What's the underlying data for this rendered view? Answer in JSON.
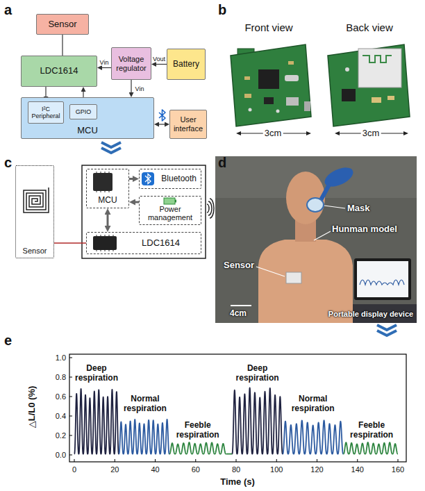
{
  "diagram": {
    "nodes": [
      {
        "text": [
          "Sensor"
        ]
      },
      {
        "text": [
          "LDC1614"
        ]
      },
      {
        "text": [
          "Voltage regulator"
        ]
      },
      {
        "text": [
          "Battery"
        ]
      },
      {
        "text": [
          "MCU"
        ]
      },
      {
        "text": [
          "I²C Peripheral"
        ],
        "in": 4
      },
      {
        "text": [
          "GPIO"
        ],
        "in": 4
      },
      {
        "text": [
          "User interface"
        ]
      },
      {
        "text": [
          "Sensor"
        ]
      },
      {
        "text": [
          "MCU"
        ]
      },
      {
        "text": [
          "Bluetooth"
        ]
      },
      {
        "text": [
          "Power management"
        ]
      },
      {
        "text": [
          "LDC1614"
        ]
      }
    ],
    "edges": [
      {
        "from": 0,
        "to": 1,
        "arrow": "none"
      },
      {
        "from": 2,
        "to": 1,
        "label": "Vin",
        "arrow": "to"
      },
      {
        "from": 3,
        "to": 2,
        "label": "Vout",
        "arrow": "to"
      },
      {
        "from": 2,
        "to": 4,
        "label": "Vin",
        "arrow": "to"
      },
      {
        "from": 1,
        "to": 5,
        "arrow": "to"
      },
      {
        "from": 6,
        "to": 1,
        "arrow": "to"
      },
      {
        "from": 4,
        "to": 7,
        "arrow": "both"
      },
      {
        "from": 8,
        "to": 12,
        "arrow": "none"
      },
      {
        "from": 9,
        "to": 10,
        "arrow": "to"
      },
      {
        "from": 11,
        "to": 9,
        "arrow": "to"
      },
      {
        "from": 9,
        "to": 12,
        "arrow": "both"
      }
    ],
    "labels": [
      "a",
      "b",
      "c",
      "d",
      "e",
      "Front view",
      "Back view",
      "3cm",
      "3cm",
      "Mask",
      "Hunman model",
      "Sensor",
      "Portable display device",
      "4cm",
      "0.0",
      "0.2",
      "0.4",
      "0.6",
      "0.8",
      "1.0",
      "0",
      "20",
      "40",
      "60",
      "80",
      "100",
      "120",
      "140",
      "160",
      "△L/L0 (%)",
      "Time (s)",
      "Deep respiration",
      "Normal respiration",
      "Feeble respiration",
      "Deep respiration",
      "Normal respiration",
      "Feeble respiration"
    ]
  }
}
